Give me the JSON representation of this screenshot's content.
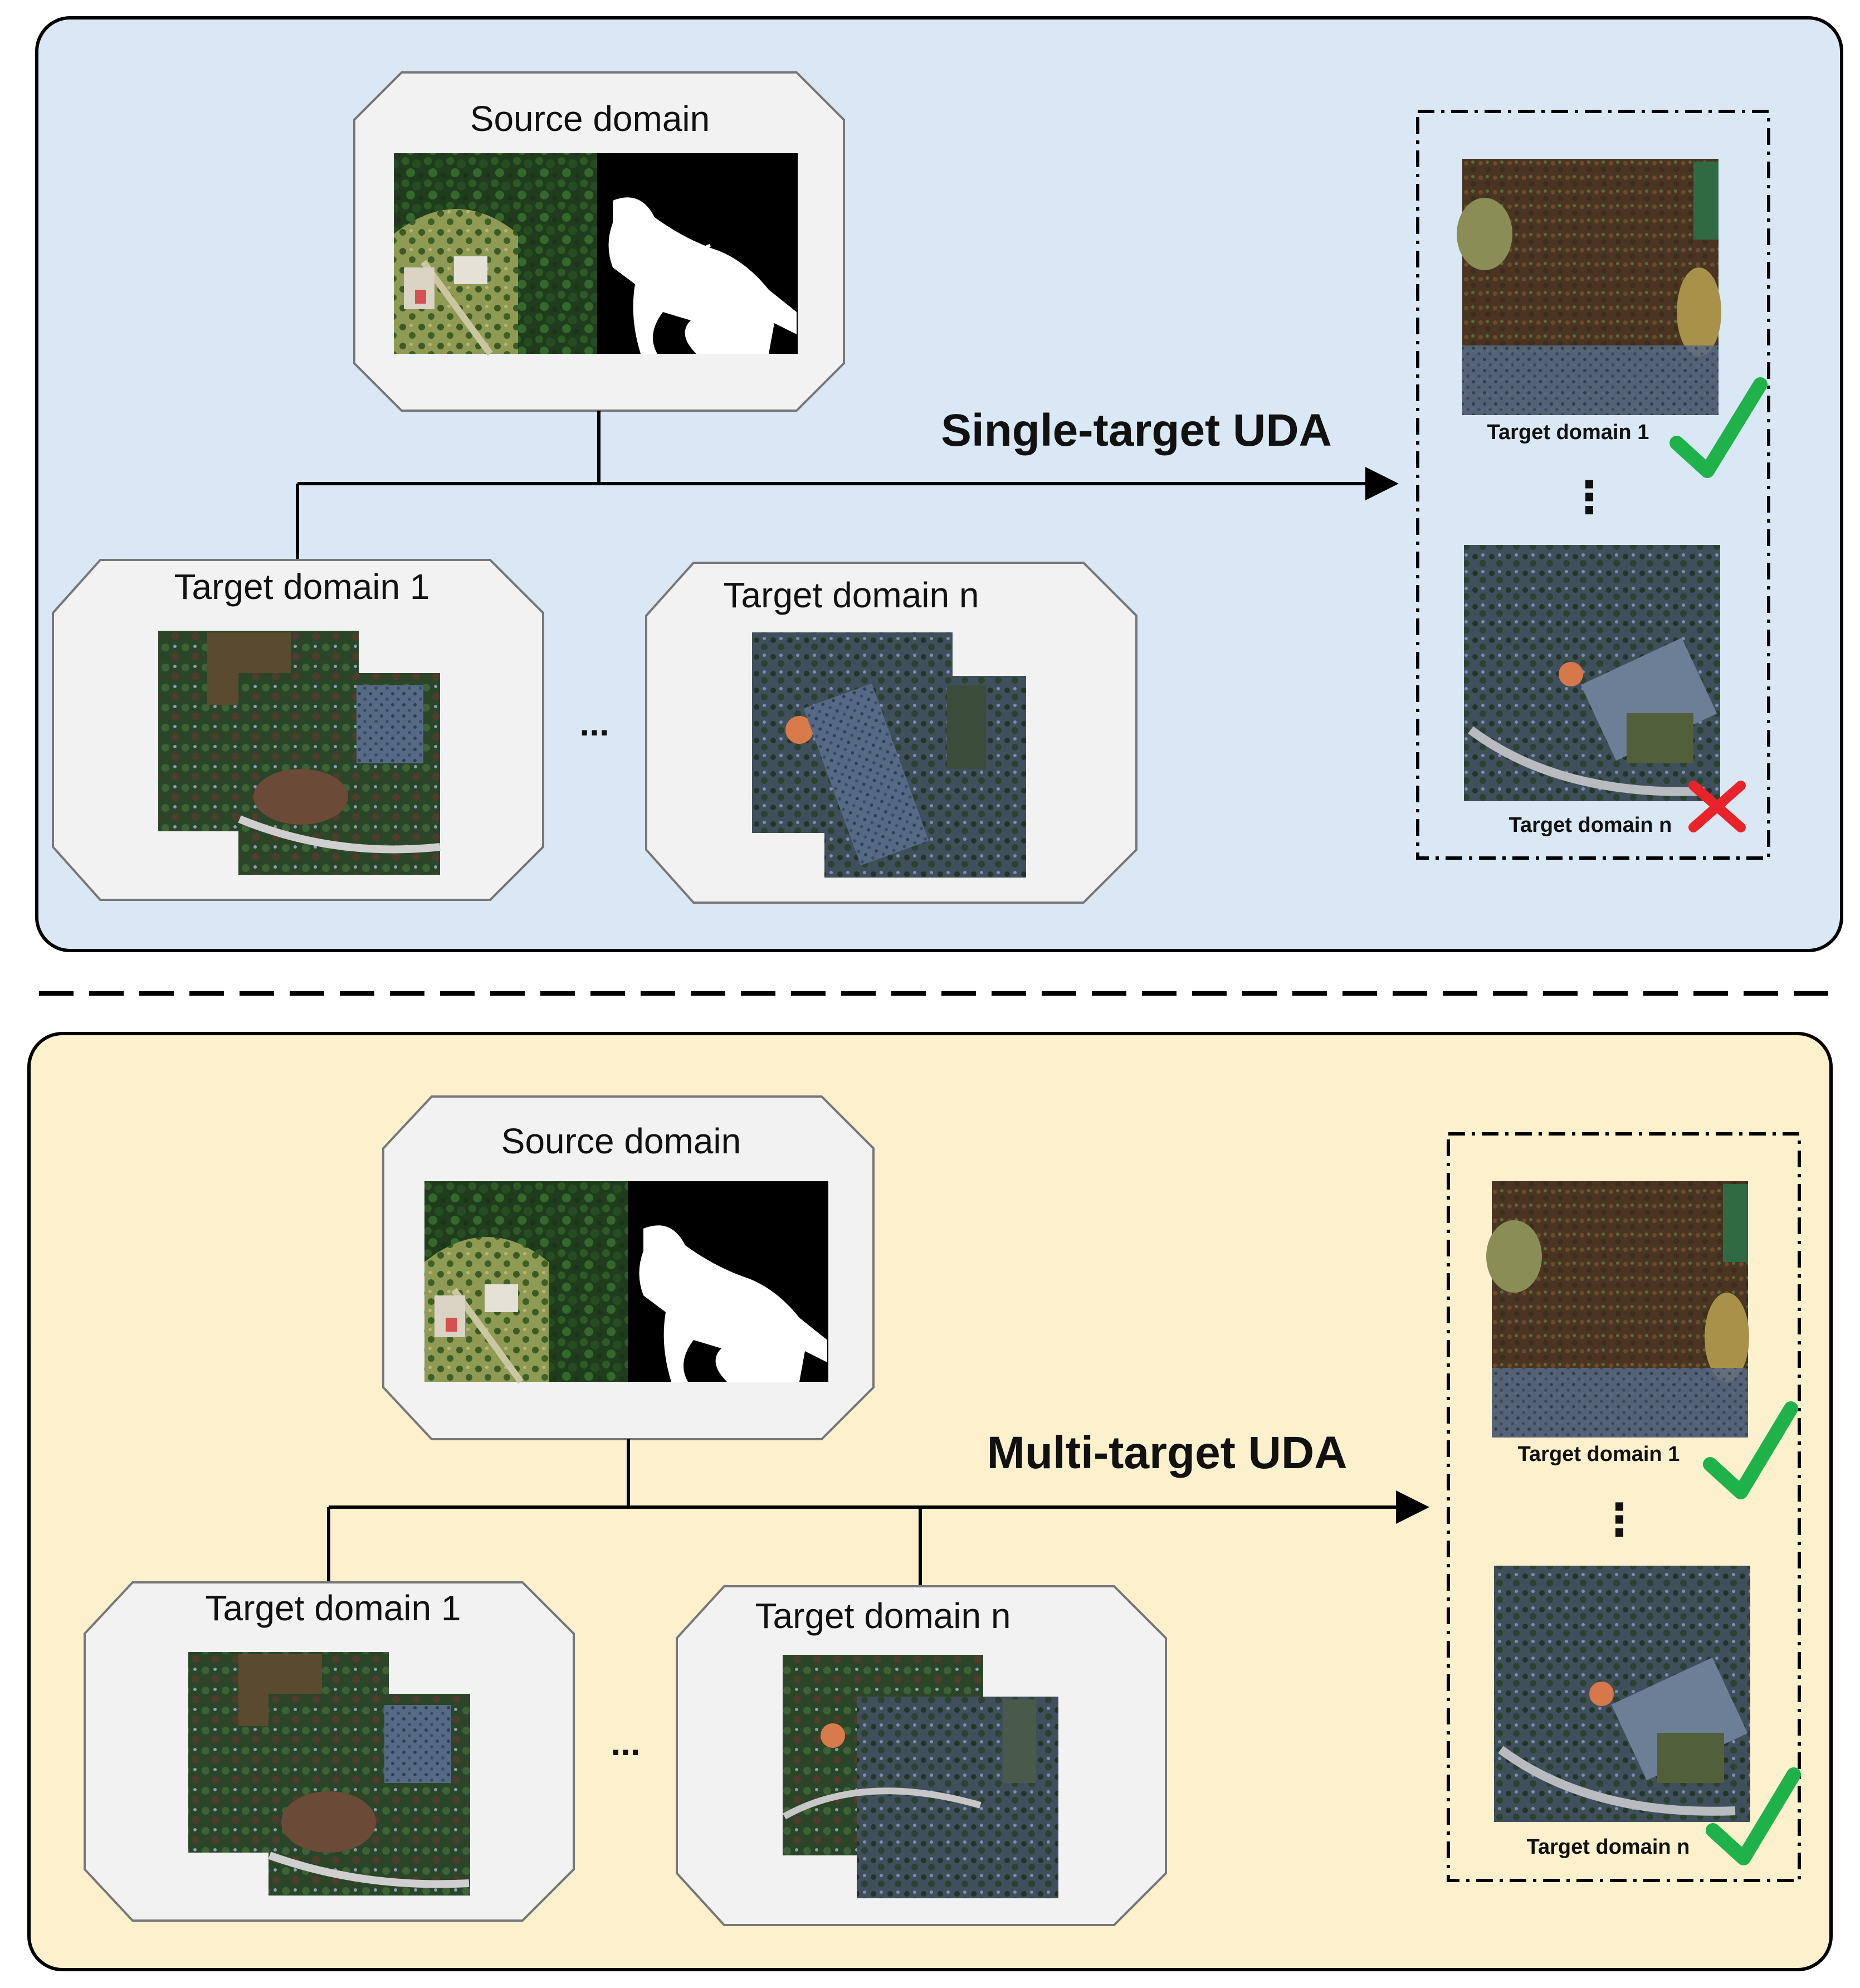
{
  "panels": [
    {
      "id": "single",
      "source_label": "Source domain",
      "target1_label": "Target domain 1",
      "targetn_label": "Target domain n",
      "ellipsis": "...",
      "method_label": "Single-target UDA",
      "results": [
        {
          "label": "Target domain 1",
          "status": "check"
        },
        {
          "label": "Target domain n",
          "status": "cross"
        }
      ],
      "vertical_ellipsis": "⋮"
    },
    {
      "id": "multi",
      "source_label": "Source domain",
      "target1_label": "Target domain 1",
      "targetn_label": "Target domain n",
      "ellipsis": "...",
      "method_label": "Multi-target UDA",
      "results": [
        {
          "label": "Target domain 1",
          "status": "check"
        },
        {
          "label": "Target domain n",
          "status": "check"
        }
      ],
      "vertical_ellipsis": "⋮"
    }
  ],
  "colors": {
    "panel_top_bg": "#dae8f5",
    "panel_bottom_bg": "#fdf0cd",
    "box_bg": "#f2f2f2",
    "check": "#1fb24a",
    "cross": "#e8242a"
  }
}
